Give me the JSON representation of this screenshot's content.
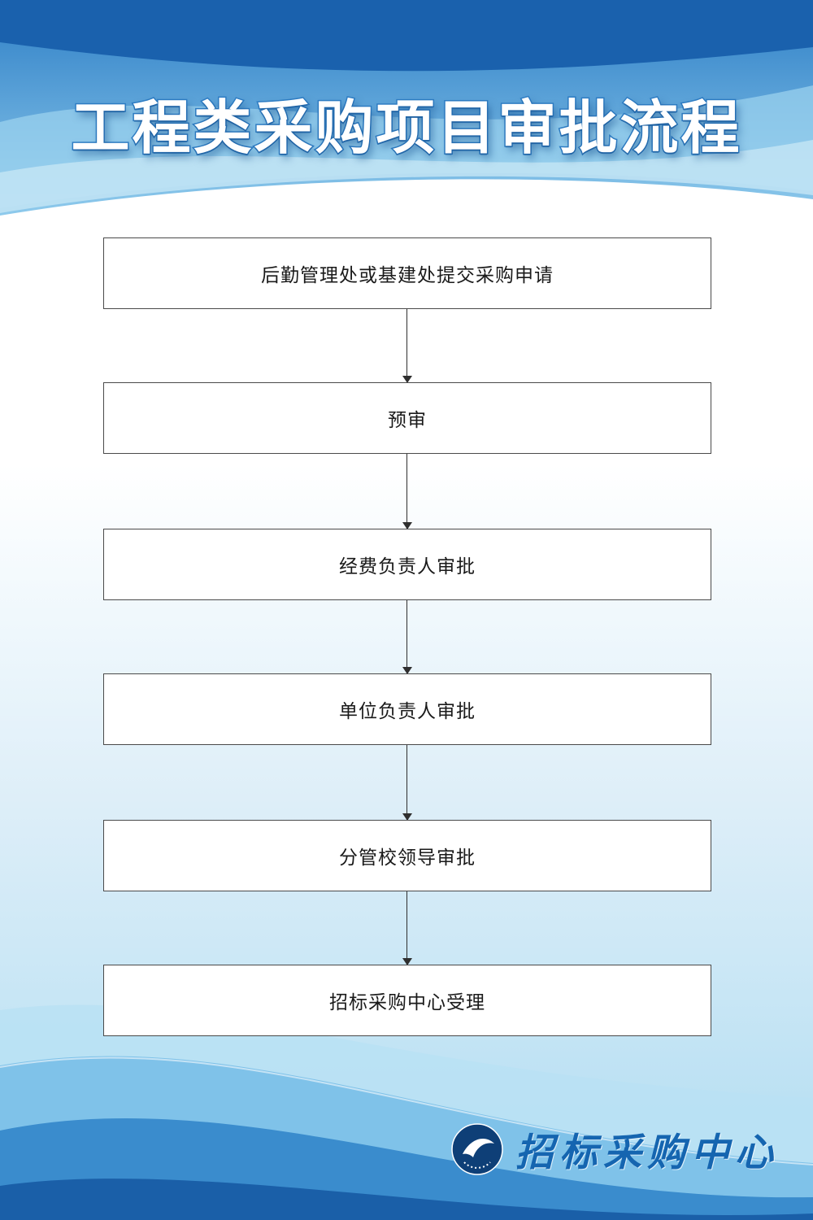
{
  "poster": {
    "title": "工程类采购项目审批流程",
    "footer": {
      "brand": "招标采购中心"
    },
    "colors": {
      "accent_blue": "#1b6cb5",
      "deep_blue": "#1a5fa8",
      "mid_blue": "#5fb0e0",
      "light_blue": "#9ed4ef",
      "box_border": "#4a4a4a"
    }
  },
  "flow": {
    "steps": [
      {
        "label": "后勤管理处或基建处提交采购申请"
      },
      {
        "label": "预审"
      },
      {
        "label": "经费负责人审批"
      },
      {
        "label": "单位负责人审批"
      },
      {
        "label": "分管校领导审批"
      },
      {
        "label": "招标采购中心受理"
      }
    ]
  }
}
